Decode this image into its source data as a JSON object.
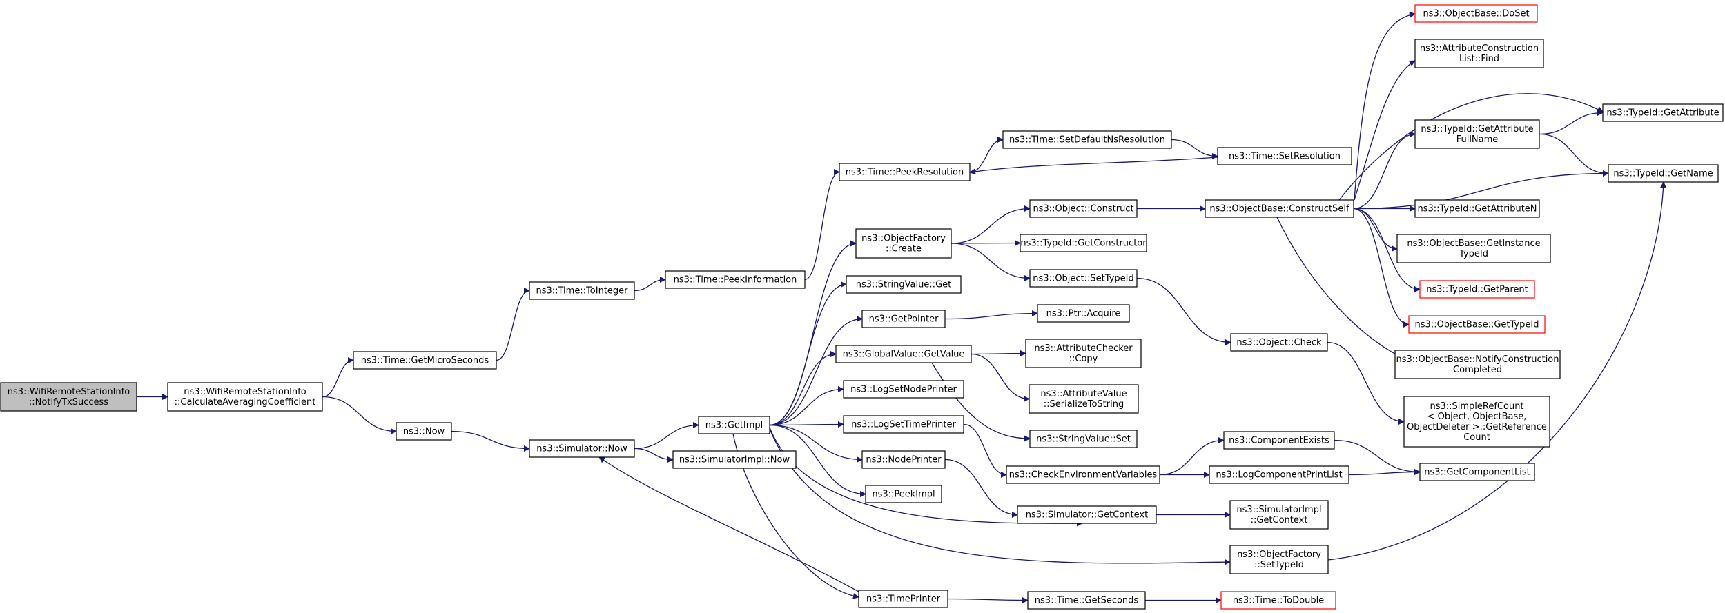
{
  "diagram": {
    "nodes": [
      {
        "id": "notify",
        "lines": [
          "ns3::WifiRemoteStationInfo",
          "::NotifyTxSuccess"
        ],
        "style": "root"
      },
      {
        "id": "calc",
        "lines": [
          "ns3::WifiRemoteStationInfo",
          "::CalculateAveragingCoefficient"
        ]
      },
      {
        "id": "getmicro",
        "lines": [
          "ns3::Time::GetMicroSeconds"
        ]
      },
      {
        "id": "now",
        "lines": [
          "ns3::Now"
        ]
      },
      {
        "id": "tointeger",
        "lines": [
          "ns3::Time::ToInteger"
        ]
      },
      {
        "id": "simnow",
        "lines": [
          "ns3::Simulator::Now"
        ]
      },
      {
        "id": "peekinfo",
        "lines": [
          "ns3::Time::PeekInformation"
        ]
      },
      {
        "id": "getimpl",
        "lines": [
          "ns3::GetImpl"
        ]
      },
      {
        "id": "simimplnow",
        "lines": [
          "ns3::SimulatorImpl::Now"
        ]
      },
      {
        "id": "peekres",
        "lines": [
          "ns3::Time::PeekResolution"
        ]
      },
      {
        "id": "setdefault",
        "lines": [
          "ns3::Time::SetDefaultNsResolution"
        ]
      },
      {
        "id": "setres",
        "lines": [
          "ns3::Time::SetResolution"
        ]
      },
      {
        "id": "ofcreate",
        "lines": [
          "ns3::ObjectFactory",
          "::Create"
        ]
      },
      {
        "id": "strvalget",
        "lines": [
          "ns3::StringValue::Get"
        ]
      },
      {
        "id": "getpointer",
        "lines": [
          "ns3::GetPointer"
        ]
      },
      {
        "id": "gvgetvalue",
        "lines": [
          "ns3::GlobalValue::GetValue"
        ]
      },
      {
        "id": "lognodeprinter",
        "lines": [
          "ns3::LogSetNodePrinter"
        ]
      },
      {
        "id": "logtimeprinter",
        "lines": [
          "ns3::LogSetTimePrinter"
        ]
      },
      {
        "id": "nodeprinter",
        "lines": [
          "ns3::NodePrinter"
        ]
      },
      {
        "id": "peekimpl",
        "lines": [
          "ns3::PeekImpl"
        ]
      },
      {
        "id": "timeprinter",
        "lines": [
          "ns3::TimePrinter"
        ]
      },
      {
        "id": "objconstruct",
        "lines": [
          "ns3::Object::Construct"
        ]
      },
      {
        "id": "getconstructor",
        "lines": [
          "ns3::TypeId::GetConstructor"
        ]
      },
      {
        "id": "objsettypeid",
        "lines": [
          "ns3::Object::SetTypeId"
        ]
      },
      {
        "id": "ptracquire",
        "lines": [
          "ns3::Ptr::Acquire"
        ]
      },
      {
        "id": "attrcheckercopy",
        "lines": [
          "ns3::AttributeChecker",
          "::Copy"
        ]
      },
      {
        "id": "attrvalueser",
        "lines": [
          "ns3::AttributeValue",
          "::SerializeToString"
        ]
      },
      {
        "id": "strvalset",
        "lines": [
          "ns3::StringValue::Set"
        ]
      },
      {
        "id": "checkenv",
        "lines": [
          "ns3::CheckEnvironmentVariables"
        ]
      },
      {
        "id": "simgetctx",
        "lines": [
          "ns3::Simulator::GetContext"
        ]
      },
      {
        "id": "timegetsec",
        "lines": [
          "ns3::Time::GetSeconds"
        ]
      },
      {
        "id": "constructself",
        "lines": [
          "ns3::ObjectBase::ConstructSelf"
        ]
      },
      {
        "id": "objcheck",
        "lines": [
          "ns3::Object::Check"
        ]
      },
      {
        "id": "compexists",
        "lines": [
          "ns3::ComponentExists"
        ]
      },
      {
        "id": "logcompprint",
        "lines": [
          "ns3::LogComponentPrintList"
        ]
      },
      {
        "id": "simimplgetctx",
        "lines": [
          "ns3::SimulatorImpl",
          "::GetContext"
        ]
      },
      {
        "id": "ofsettypeid",
        "lines": [
          "ns3::ObjectFactory",
          "::SetTypeId"
        ]
      },
      {
        "id": "todouble",
        "lines": [
          "ns3::Time::ToDouble"
        ],
        "style": "truncated"
      },
      {
        "id": "doset",
        "lines": [
          "ns3::ObjectBase::DoSet"
        ],
        "style": "truncated"
      },
      {
        "id": "acfind",
        "lines": [
          "ns3::AttributeConstruction",
          "List::Find"
        ]
      },
      {
        "id": "getattrfull",
        "lines": [
          "ns3::TypeId::GetAttribute",
          "FullName"
        ]
      },
      {
        "id": "getattrn",
        "lines": [
          "ns3::TypeId::GetAttributeN"
        ]
      },
      {
        "id": "getinstance",
        "lines": [
          "ns3::ObjectBase::GetInstance",
          "TypeId"
        ]
      },
      {
        "id": "getparent",
        "lines": [
          "ns3::TypeId::GetParent"
        ],
        "style": "truncated"
      },
      {
        "id": "obgettypeid",
        "lines": [
          "ns3::ObjectBase::GetTypeId"
        ],
        "style": "truncated"
      },
      {
        "id": "notifyconst",
        "lines": [
          "ns3::ObjectBase::NotifyConstruction",
          "Completed"
        ]
      },
      {
        "id": "simplerefcount",
        "lines": [
          "ns3::SimpleRefCount",
          "< Object, ObjectBase,",
          "ObjectDeleter >::GetReference",
          "Count"
        ]
      },
      {
        "id": "getcomplist",
        "lines": [
          "ns3::GetComponentList"
        ]
      },
      {
        "id": "getattribute",
        "lines": [
          "ns3::TypeId::GetAttribute"
        ]
      },
      {
        "id": "getname",
        "lines": [
          "ns3::TypeId::GetName"
        ]
      }
    ],
    "edges": [
      [
        "notify",
        "calc"
      ],
      [
        "calc",
        "getmicro"
      ],
      [
        "calc",
        "now"
      ],
      [
        "getmicro",
        "tointeger"
      ],
      [
        "now",
        "simnow"
      ],
      [
        "tointeger",
        "peekinfo"
      ],
      [
        "simnow",
        "getimpl"
      ],
      [
        "simnow",
        "simimplnow"
      ],
      [
        "peekinfo",
        "peekres"
      ],
      [
        "peekres",
        "setdefault"
      ],
      [
        "setdefault",
        "setres"
      ],
      [
        "setres",
        "peekres"
      ],
      [
        "getimpl",
        "ofcreate"
      ],
      [
        "getimpl",
        "strvalget"
      ],
      [
        "getimpl",
        "getpointer"
      ],
      [
        "getimpl",
        "gvgetvalue"
      ],
      [
        "getimpl",
        "lognodeprinter"
      ],
      [
        "getimpl",
        "logtimeprinter"
      ],
      [
        "getimpl",
        "nodeprinter"
      ],
      [
        "getimpl",
        "peekimpl"
      ],
      [
        "getimpl",
        "timeprinter"
      ],
      [
        "getimpl",
        "simgetctx"
      ],
      [
        "getimpl",
        "ofsettypeid"
      ],
      [
        "timeprinter",
        "simnow"
      ],
      [
        "ofcreate",
        "objconstruct"
      ],
      [
        "ofcreate",
        "getconstructor"
      ],
      [
        "ofcreate",
        "objsettypeid"
      ],
      [
        "getpointer",
        "ptracquire"
      ],
      [
        "gvgetvalue",
        "attrcheckercopy"
      ],
      [
        "gvgetvalue",
        "attrvalueser"
      ],
      [
        "gvgetvalue",
        "strvalset"
      ],
      [
        "logtimeprinter",
        "checkenv"
      ],
      [
        "nodeprinter",
        "simgetctx"
      ],
      [
        "timeprinter",
        "timegetsec"
      ],
      [
        "objconstruct",
        "constructself"
      ],
      [
        "objsettypeid",
        "objcheck"
      ],
      [
        "checkenv",
        "compexists"
      ],
      [
        "checkenv",
        "logcompprint"
      ],
      [
        "simgetctx",
        "simimplgetctx"
      ],
      [
        "timegetsec",
        "todouble"
      ],
      [
        "constructself",
        "doset"
      ],
      [
        "constructself",
        "acfind"
      ],
      [
        "constructself",
        "getattrfull"
      ],
      [
        "constructself",
        "getattribute"
      ],
      [
        "constructself",
        "getname"
      ],
      [
        "constructself",
        "getattrn"
      ],
      [
        "constructself",
        "getinstance"
      ],
      [
        "constructself",
        "getparent"
      ],
      [
        "constructself",
        "obgettypeid"
      ],
      [
        "constructself",
        "notifyconst"
      ],
      [
        "objcheck",
        "simplerefcount"
      ],
      [
        "compexists",
        "getcomplist"
      ],
      [
        "logcompprint",
        "getcomplist"
      ],
      [
        "getattrfull",
        "getattribute"
      ],
      [
        "getattrfull",
        "getname"
      ],
      [
        "ofsettypeid",
        "getname"
      ]
    ]
  }
}
